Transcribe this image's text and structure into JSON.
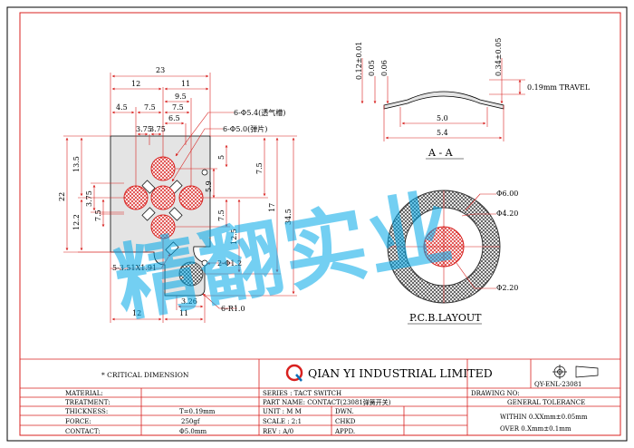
{
  "dims_top": {
    "overall": "23",
    "left12": "12",
    "right11": "11",
    "d9_5": "9.5",
    "d4_5": "4.5",
    "d7_5a": "7.5",
    "d7_5b": "7.5",
    "d6_5": "6.5",
    "d3_75a": "3.75",
    "d3_75b": "3.75"
  },
  "dims_left": {
    "d22": "22",
    "d13_5": "13.5",
    "d12_2": "12.2",
    "d7_5": "7.5",
    "d3_75": "3.75"
  },
  "dims_right": {
    "d5a": "5",
    "d5_9": "5.9",
    "d7_5a": "7.5",
    "d7_5b": "7.5",
    "d12_5": "12.5",
    "d17": "17",
    "d34_5": "34.5"
  },
  "dims_bottom": {
    "d12": "12",
    "d11": "11",
    "d3_26": "3.26"
  },
  "callouts": {
    "vent": "6-Φ5.4(透气槽)",
    "dome": "6-Φ5.0(弹片)",
    "hole": "2-Φ1.2",
    "slot": "5-3.51X1.91",
    "radius": "6-R1.0"
  },
  "section": {
    "d012": "0.12±0.01",
    "d005": "0.05",
    "d006": "0.06",
    "d034": "0.34±0.05",
    "travel": "0.19mm TRAVEL",
    "w50": "5.0",
    "w54": "5.4",
    "label": "A - A"
  },
  "pcb": {
    "d600": "Φ6.00",
    "d420": "Φ4.20",
    "d220": "Φ2.20",
    "label": "P.C.B.LAYOUT"
  },
  "watermark": "精翻实业",
  "title_block": {
    "critical": "* CRITICAL  DIMENSION",
    "company": "QIAN  YI  INDUSTRIAL  LIMITED",
    "left_labels": [
      "MATERIAL:",
      "TREATMENT:",
      "THICKNESS:",
      "FORCE:",
      "CONTACT:"
    ],
    "left_values": [
      "",
      "",
      "T=0.19mm",
      "250gf",
      "Φ5.0mm"
    ],
    "series": "SERIES : TACT SWITCH",
    "part_name": "PART NAME: CONTACT(23081弹簧开关)",
    "unit": "UNIT  : M M",
    "scale": "SCALE : 2:1",
    "rev": "REV     : A/0",
    "dwn": "DWN.",
    "chkd": "CHKD",
    "appd": "APPD.",
    "drawing_no_label": "DRAWING NO:",
    "drawing_no": "QY-ENL-23081",
    "tol_title": "GENERAL TOLERANCE",
    "tol1": "WITHIN 0.XXmm±0.05mm",
    "tol2": "OVER   0.Xmm±0.1mm"
  },
  "colors": {
    "red": "#d8211f",
    "accent": "#00a8e8",
    "logo": "#d8211f"
  }
}
